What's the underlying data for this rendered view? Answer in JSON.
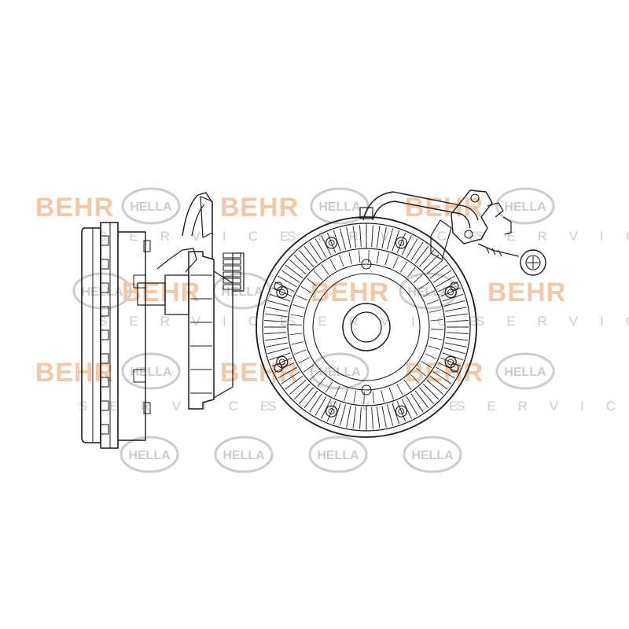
{
  "watermark": {
    "hella_text": "HELLA",
    "behr_text": "BEHR",
    "service_text": "SERVICE",
    "colors": {
      "behr": "#f3c8a6",
      "hella": "#c9ccd3",
      "service": "#c9ccd3"
    }
  },
  "drawing": {
    "line_color": "#1a1a1a"
  }
}
